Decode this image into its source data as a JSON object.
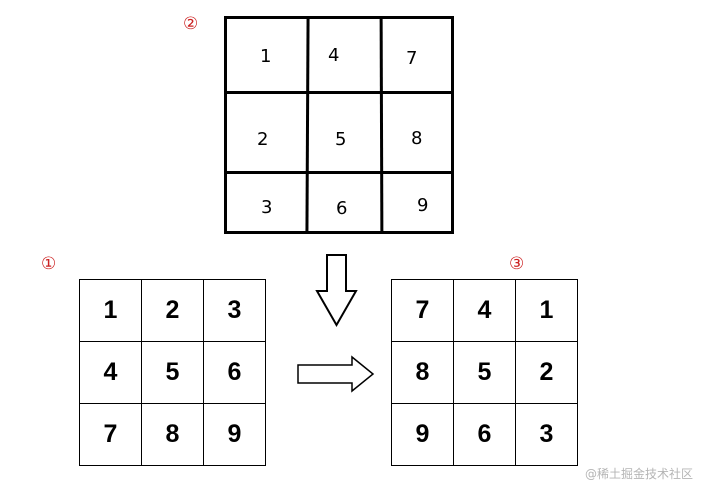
{
  "markers": {
    "top": "②",
    "left": "①",
    "right": "③"
  },
  "top_grid": {
    "rows": [
      [
        "1",
        "4",
        "7"
      ],
      [
        "2",
        "5",
        "8"
      ],
      [
        "3",
        "6",
        "9"
      ]
    ]
  },
  "left_grid": {
    "rows": [
      [
        "1",
        "2",
        "3"
      ],
      [
        "4",
        "5",
        "6"
      ],
      [
        "7",
        "8",
        "9"
      ]
    ]
  },
  "right_grid": {
    "rows": [
      [
        "7",
        "4",
        "1"
      ],
      [
        "8",
        "5",
        "2"
      ],
      [
        "9",
        "6",
        "3"
      ]
    ]
  },
  "arrows": {
    "down": "down-arrow",
    "right": "right-arrow"
  },
  "watermark": "@稀土掘金技术社区",
  "colors": {
    "marker": "#cc2222",
    "lines": "#000000",
    "watermark": "#b5b5b5"
  }
}
